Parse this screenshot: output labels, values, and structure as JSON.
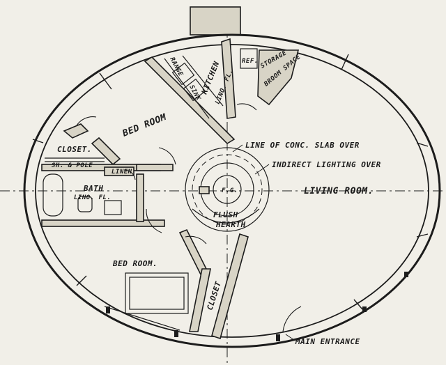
{
  "labels": {
    "range": "RANGE",
    "sink": "SINK",
    "kitchen": "KITCHEN",
    "kitchen_floor": "LINO. FL.",
    "ref": "REF.",
    "storage": "STORAGE",
    "broom_space": "BROOM SPACE",
    "bedroom_top": "BED ROOM",
    "closet_left": "CLOSET.",
    "shelf_pole": "SH. & POLE",
    "linen": "LINEN",
    "bath": "BATH",
    "bath_floor": "LINO. FL.",
    "slab_line": "LINE OF CONC. SLAB OVER",
    "indirect_lighting": "INDIRECT LIGHTING OVER",
    "fireplace": "F.G.",
    "living_room": "LIVING ROOM.",
    "flush": "FLUSH",
    "hearth": "HEARTH",
    "bedroom_bottom": "BED ROOM.",
    "closet_bottom": "CLOSET",
    "main_entrance": "MAIN ENTRANCE"
  }
}
